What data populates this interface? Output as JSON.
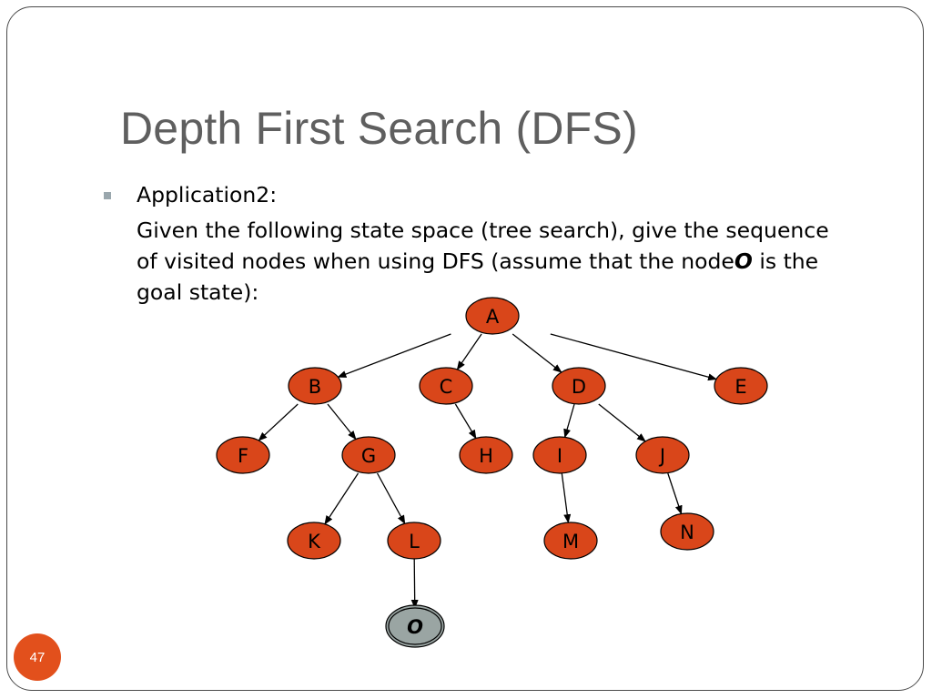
{
  "slide": {
    "title": "Depth First Search (DFS)",
    "bullet": "Application2:",
    "line1": "Given the following state space (tree search), give the sequence",
    "line2_pre": "of visited nodes when using DFS (assume that the node",
    "goal_node": "O",
    "line2_post": " is the",
    "line3": "goal state):",
    "page_number": "47"
  },
  "tree": {
    "node_fill": "#d9461a",
    "goal_fill": "#9aa5a3",
    "nodes": [
      {
        "id": "A",
        "label": "A"
      },
      {
        "id": "B",
        "label": "B"
      },
      {
        "id": "C",
        "label": "C"
      },
      {
        "id": "D",
        "label": "D"
      },
      {
        "id": "E",
        "label": "E"
      },
      {
        "id": "F",
        "label": "F"
      },
      {
        "id": "G",
        "label": "G"
      },
      {
        "id": "H",
        "label": "H"
      },
      {
        "id": "I",
        "label": "I"
      },
      {
        "id": "J",
        "label": "J"
      },
      {
        "id": "K",
        "label": "K"
      },
      {
        "id": "L",
        "label": "L"
      },
      {
        "id": "M",
        "label": "M"
      },
      {
        "id": "N",
        "label": "N"
      },
      {
        "id": "O",
        "label": "O",
        "goal": true
      }
    ],
    "edges": [
      [
        "A",
        "B"
      ],
      [
        "A",
        "C"
      ],
      [
        "A",
        "D"
      ],
      [
        "A",
        "E"
      ],
      [
        "B",
        "F"
      ],
      [
        "B",
        "G"
      ],
      [
        "C",
        "H"
      ],
      [
        "D",
        "I"
      ],
      [
        "D",
        "J"
      ],
      [
        "G",
        "K"
      ],
      [
        "G",
        "L"
      ],
      [
        "I",
        "M"
      ],
      [
        "J",
        "N"
      ],
      [
        "L",
        "O"
      ]
    ]
  }
}
